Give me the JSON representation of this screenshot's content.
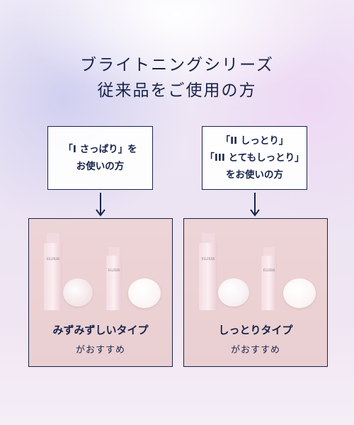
{
  "heading": {
    "line1": "ブライトニングシリーズ",
    "line2": "従来品をご使用の方"
  },
  "left": {
    "callout_line1": "「I さっぱり」を",
    "callout_line2": "お使いの方",
    "bottle_brand": "ELIXIR",
    "recommend_type": "みずみずしいタイプ",
    "recommend_suffix": "がおすすめ"
  },
  "right": {
    "callout_line1": "「II しっとり」",
    "callout_line2": "「III とてもしっとり」",
    "callout_line3": "をお使いの方",
    "bottle_brand": "ELIXIR",
    "recommend_type": "しっとりタイプ",
    "recommend_suffix": "がおすすめ"
  },
  "colors": {
    "navy": "#17244a",
    "panel_pink": "#ecd1d3"
  }
}
